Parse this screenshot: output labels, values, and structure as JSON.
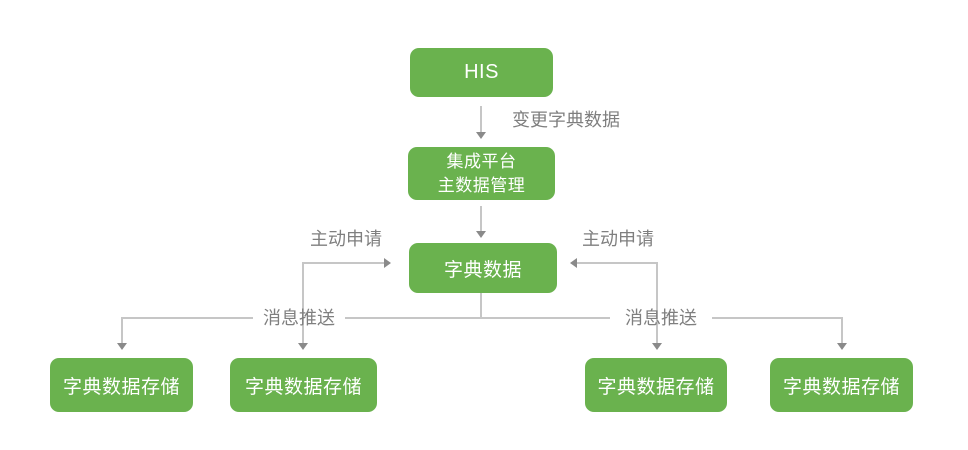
{
  "diagram": {
    "title_implicit": "",
    "nodes": {
      "his": {
        "label": "HIS"
      },
      "platform": {
        "line1": "集成平台",
        "line2": "主数据管理"
      },
      "dict": {
        "label": "字典数据"
      },
      "store1": {
        "label": "字典数据存储"
      },
      "store2": {
        "label": "字典数据存储"
      },
      "store3": {
        "label": "字典数据存储"
      },
      "store4": {
        "label": "字典数据存储"
      }
    },
    "edge_labels": {
      "change_dict": "变更字典数据",
      "request_left": "主动申请",
      "request_right": "主动申请",
      "push_left": "消息推送",
      "push_right": "消息推送"
    },
    "colors": {
      "node_fill": "#6ab24e",
      "node_text": "#ffffff",
      "line": "#c6c6c6",
      "arrowhead": "#8a8a8a",
      "label_text": "#7f7f7f",
      "background": "#ffffff"
    }
  }
}
